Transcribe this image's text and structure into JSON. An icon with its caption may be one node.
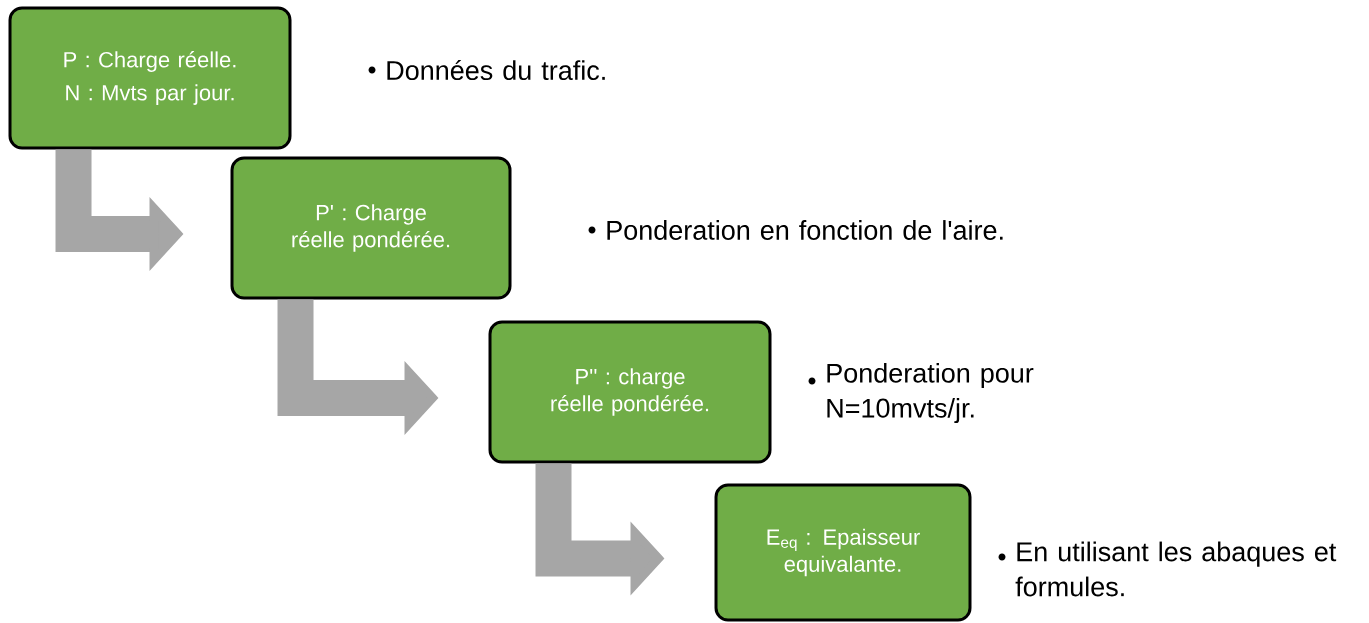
{
  "diagram": {
    "nodes": [
      {
        "text": [
          "P : Charge réelle.",
          "N : Mvts par jour."
        ],
        "beside": [
          "Données du trafic."
        ]
      },
      {
        "text": [
          "P' : Charge réelle pondérée."
        ],
        "beside": [
          "Ponderation en fonction de l'aire."
        ]
      },
      {
        "text": [
          "P'' : charge réelle pondérée."
        ],
        "beside": [
          "Ponderation pour N=10mvts/jr."
        ]
      },
      {
        "text": [
          "E$_{eq}$ : Epaisseur equivalante."
        ],
        "beside": [
          "En utilisant les abaques et formules."
        ]
      }
    ],
    "edges": [
      {
        "from": 0,
        "to": 1,
        "arrow": "to"
      },
      {
        "from": 1,
        "to": 2,
        "arrow": "to"
      },
      {
        "from": 2,
        "to": 3,
        "arrow": "to"
      }
    ]
  }
}
